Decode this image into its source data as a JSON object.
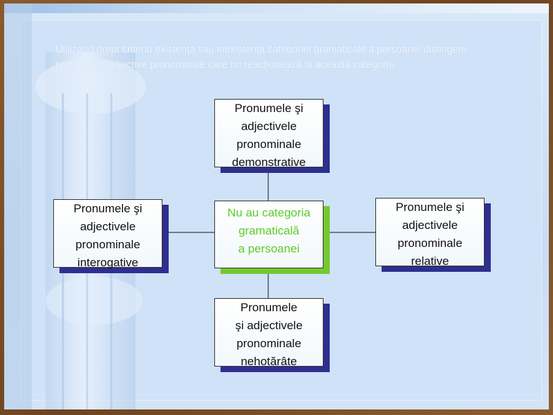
{
  "intro": {
    "line1": "Utilizând drept criteriu  existenţa sau inexistenţa categoriei gramaticale a persoanei distingem",
    "line2": "pronume şi adjective pronominale care nu reacţionează la această categorie."
  },
  "diagram": {
    "center": [
      "Nu au categoria",
      "gramaticală",
      "a persoanei"
    ],
    "top": [
      "Pronumele şi",
      "adjectivele",
      "pronominale",
      "demonstrative"
    ],
    "left": [
      "Pronumele şi",
      "adjectivele",
      "pronominale",
      " interogative"
    ],
    "right": [
      "Pronumele şi",
      "adjectivele",
      "pronominale",
      "relative"
    ],
    "bottom": [
      "Pronumele",
      "şi adjectivele",
      " pronominale",
      "nehotărâte"
    ]
  },
  "colors": {
    "frame": "#7a4e25",
    "background": "#cfe2f8",
    "node_shadow": "#2e2f8f",
    "center_text": "#5ecb2a",
    "center_shadow": "#74c92f"
  }
}
